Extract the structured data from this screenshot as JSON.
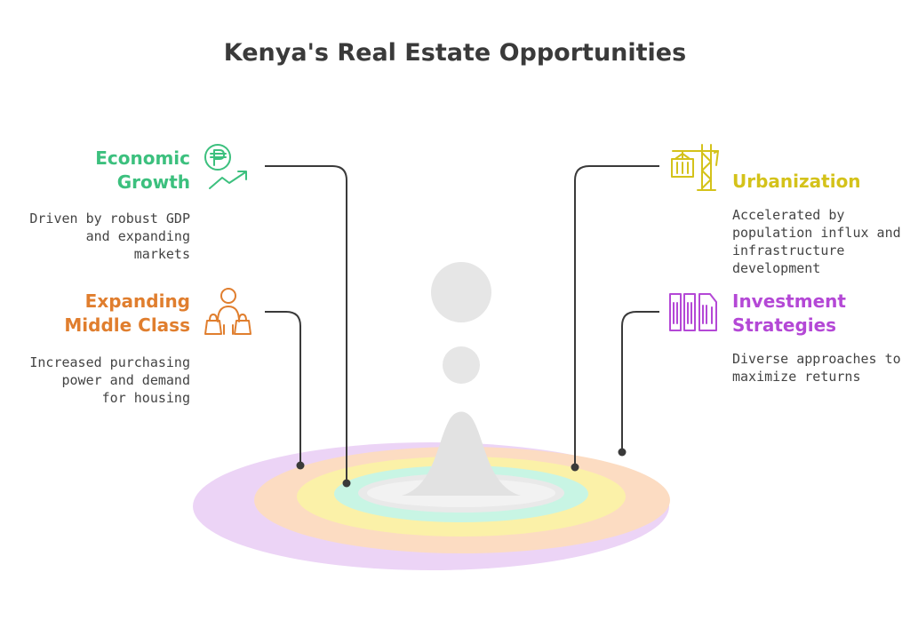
{
  "title": "Kenya's Real Estate Opportunities",
  "colors": {
    "economic": "#3cc07e",
    "middle": "#e07e2e",
    "urban": "#d4c21a",
    "investment": "#b448d6",
    "ring_outer": "#ecd4f6",
    "ring_2": "#fcdcc2",
    "ring_3": "#fbf1a8",
    "ring_4": "#c8f5e4",
    "ring_inner": "#e9e9e9",
    "connector": "#3a3a3a"
  },
  "items": {
    "economic": {
      "title_lines": [
        "Economic",
        "Growth"
      ],
      "desc_lines": [
        "Driven by robust GDP",
        "and expanding",
        "markets"
      ],
      "icon": "peso-growth-icon"
    },
    "middle": {
      "title_lines": [
        "Expanding",
        "Middle Class"
      ],
      "desc_lines": [
        "Increased purchasing",
        "power and demand",
        "for housing"
      ],
      "icon": "shopper-icon"
    },
    "urban": {
      "title_lines": [
        "Urbanization"
      ],
      "desc_lines": [
        "Accelerated by",
        "population influx and",
        "infrastructure",
        "development"
      ],
      "icon": "crane-icon"
    },
    "investment": {
      "title_lines": [
        "Investment",
        "Strategies"
      ],
      "desc_lines": [
        "Diverse approaches to",
        "maximize returns"
      ],
      "icon": "buildings-icon"
    }
  }
}
